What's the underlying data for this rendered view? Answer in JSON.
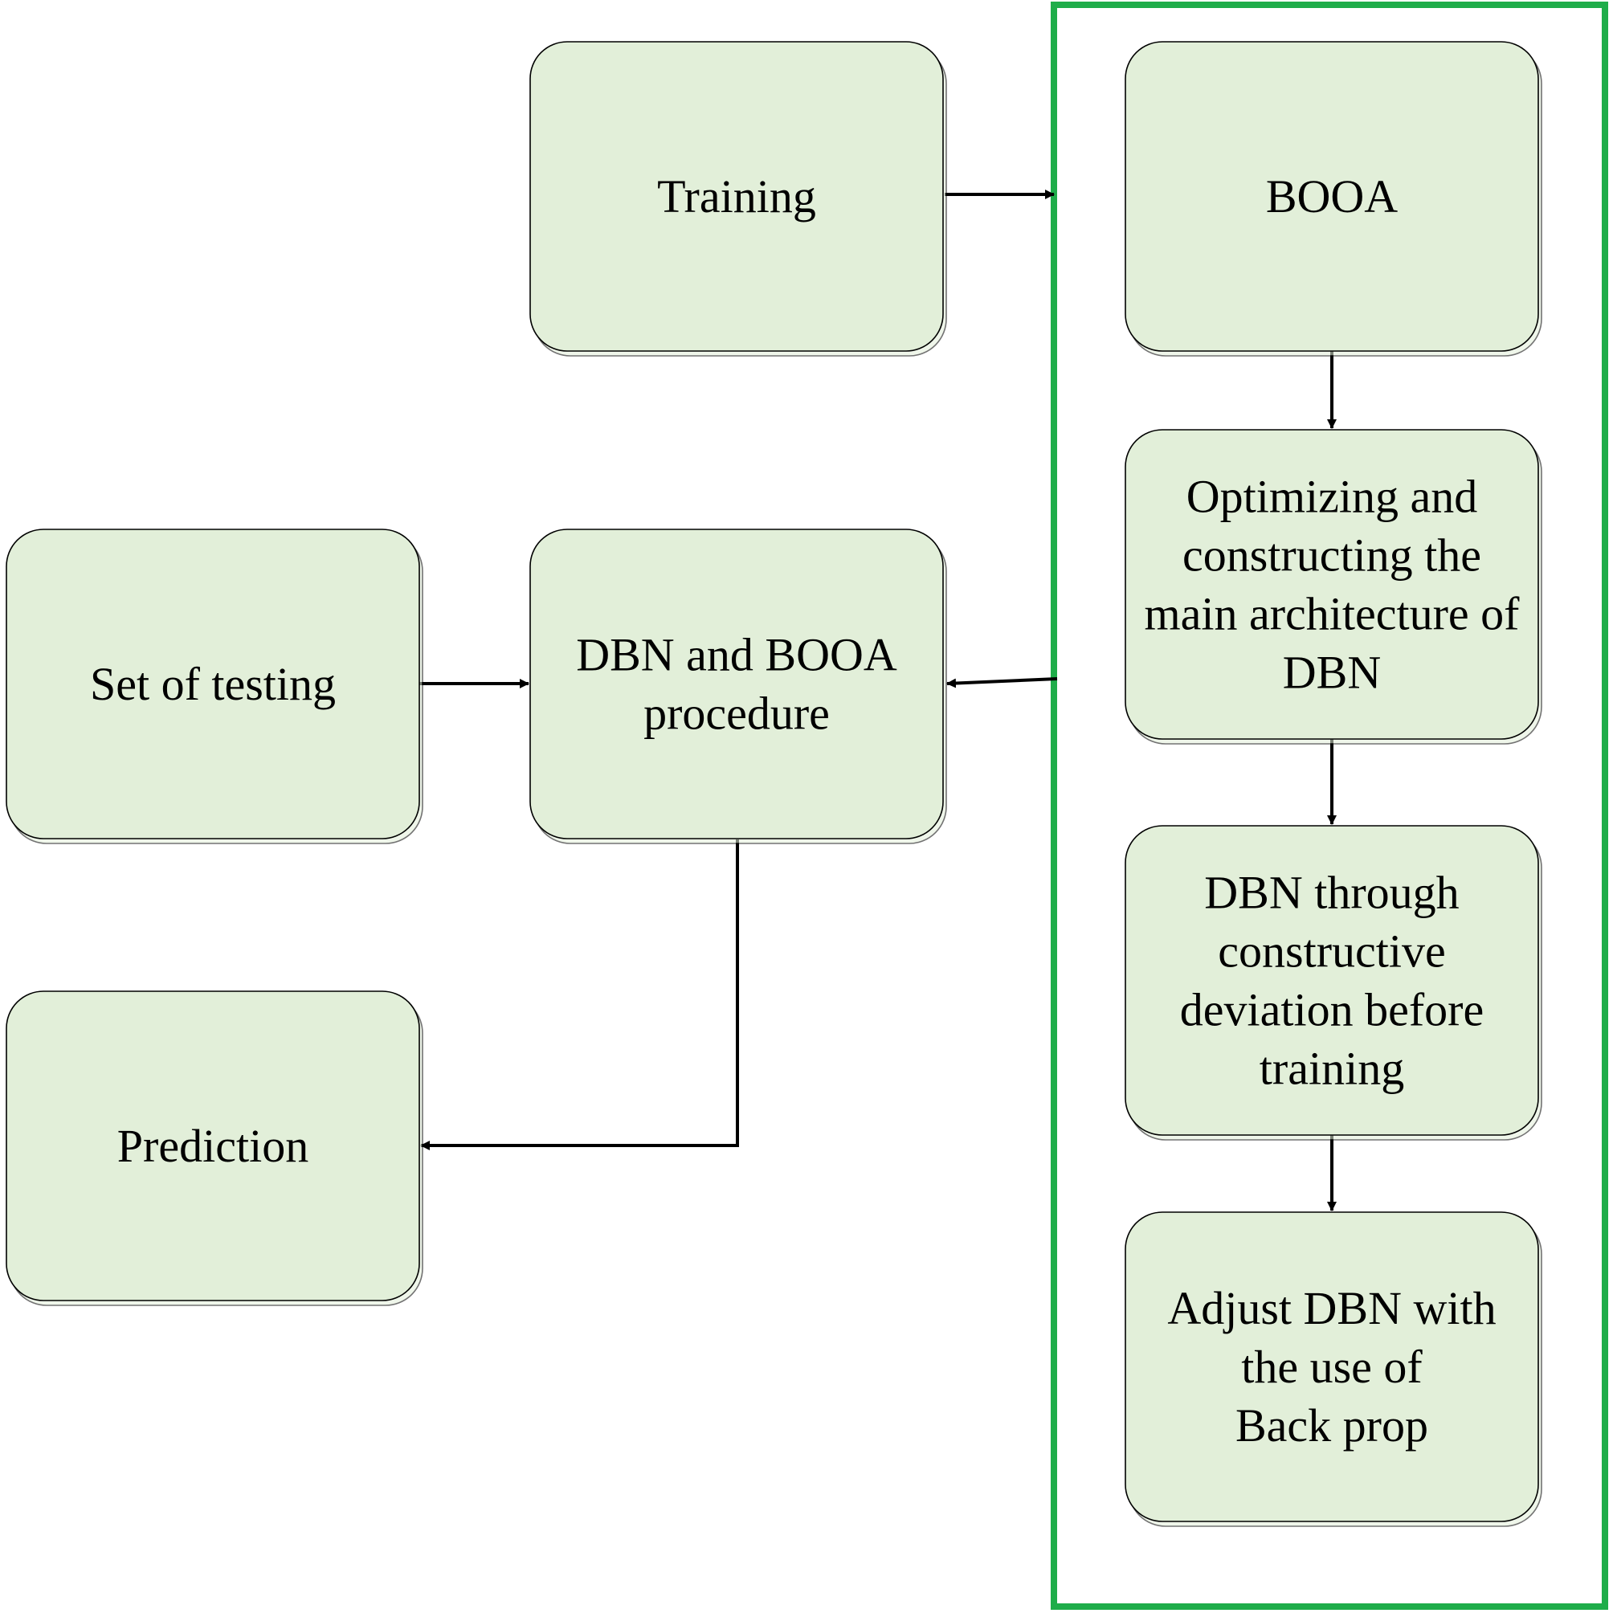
{
  "diagram": {
    "nodes": {
      "training": {
        "lines": [
          "Training"
        ]
      },
      "set_of_testing": {
        "lines": [
          "Set of testing"
        ]
      },
      "dbn_booa_procedure": {
        "lines": [
          "DBN and BOOA",
          "procedure"
        ]
      },
      "prediction": {
        "lines": [
          "Prediction"
        ]
      },
      "booa": {
        "lines": [
          "BOOA"
        ]
      },
      "optimizing": {
        "lines": [
          "Optimizing and",
          "constructing the",
          "main architecture of",
          "DBN"
        ]
      },
      "dbn_through": {
        "lines": [
          "DBN through",
          "constructive",
          "deviation before",
          "training"
        ]
      },
      "adjust_dbn": {
        "lines": [
          "Adjust DBN with",
          "the use of",
          "Back prop"
        ]
      }
    },
    "colors": {
      "node_fill": "#e2efd9",
      "node_stroke": "#000000",
      "group_frame": "#1fad4a",
      "connector": "#000000"
    }
  }
}
